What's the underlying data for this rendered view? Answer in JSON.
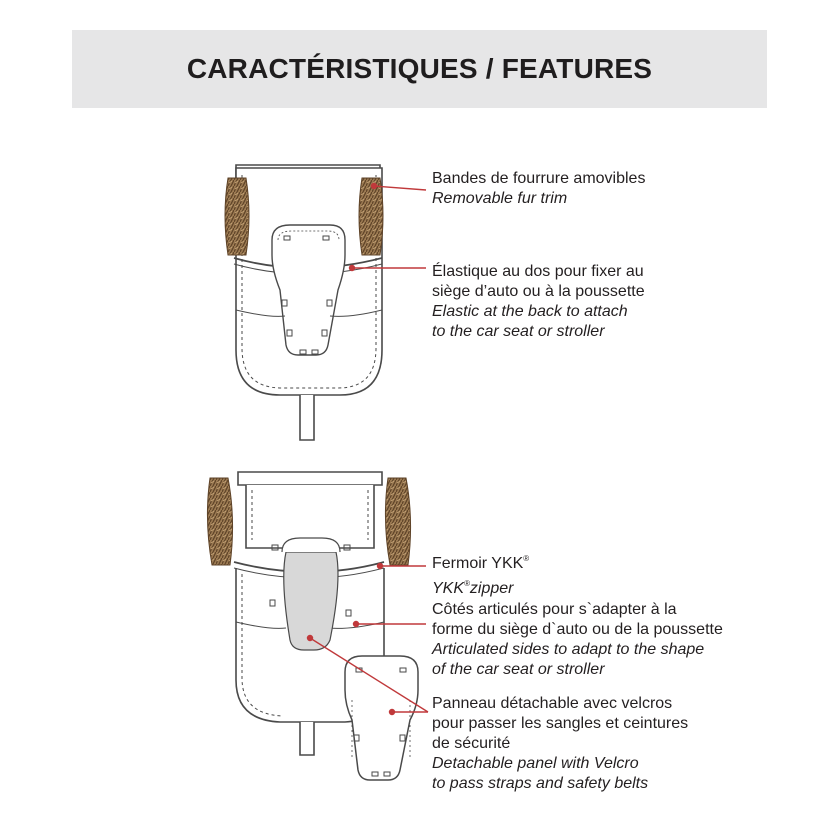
{
  "header": {
    "title": "CARACTÉRISTIQUES / FEATURES"
  },
  "colors": {
    "leader": "#c0393b",
    "outline": "#4a4a4a",
    "fur": "#8a6a45",
    "panel": "#d8d8d8"
  },
  "callouts": [
    {
      "fr": [
        "Bandes de fourrure amovibles"
      ],
      "en": [
        "Removable fur trim"
      ]
    },
    {
      "fr": [
        "Élastique au dos pour fixer au",
        "siège d’auto ou à la poussette"
      ],
      "en": [
        "Elastic at the back to attach",
        "to the car seat or stroller"
      ]
    },
    {
      "fr_main": "Fermoir YKK",
      "fr_sup": "®",
      "en_main": "YKK",
      "en_sup": "®",
      "en_tail": "zipper"
    },
    {
      "fr": [
        "Côtés articulés pour s`adapter à la",
        "forme du siège d`auto ou de la poussette"
      ],
      "en": [
        "Articulated sides to adapt to the shape",
        "of the car seat or stroller"
      ]
    },
    {
      "fr": [
        "Panneau détachable avec velcros",
        "pour passer les sangles et ceintures",
        "de sécurité"
      ],
      "en": [
        "Detachable panel with Velcro",
        "to pass straps and safety belts"
      ]
    }
  ]
}
